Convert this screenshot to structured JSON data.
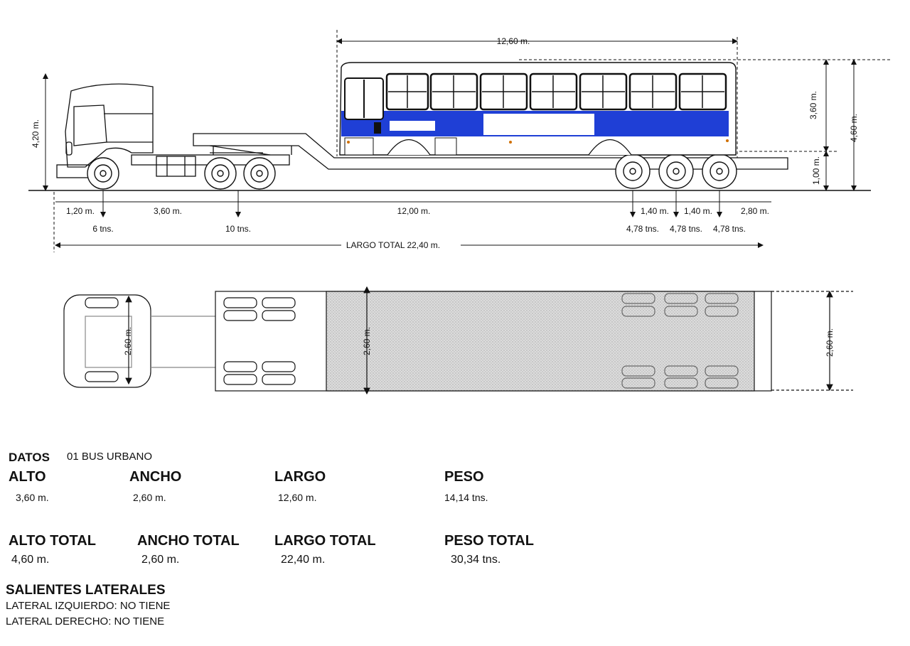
{
  "dimensions": {
    "bus_length": "12,60 m.",
    "bus_height": "3,60 m.",
    "total_height": "4,60 m.",
    "deck_height": "1,00 m.",
    "tractor_height": "4,20 m.",
    "seg_1": "1,20 m.",
    "seg_2": "3,60 m.",
    "seg_3": "12,00 m.",
    "seg_4": "1,40 m.",
    "seg_5": "1,40 m.",
    "seg_6": "2,80 m.",
    "load_front": "6 tns.",
    "load_tractor_rear": "10 tns.",
    "load_trailer_1": "4,78 tns.",
    "load_trailer_2": "4,78 tns.",
    "load_trailer_3": "4,78 tns.",
    "total_length": "LARGO TOTAL 22,40 m.",
    "width_tractor": "2,60 m.",
    "width_deck": "2,60 m.",
    "width_rear": "2,60 m."
  },
  "colors": {
    "bus_blue": "#1f3fd6",
    "line": "#111111",
    "deck_fill": "#d8d8d8"
  },
  "datos": {
    "title": "DATOS",
    "description": "01 BUS URBANO",
    "alto_label": "ALTO",
    "alto_value": "3,60 m.",
    "ancho_label": "ANCHO",
    "ancho_value": "2,60 m.",
    "largo_label": "LARGO",
    "largo_value": "12,60 m.",
    "peso_label": "PESO",
    "peso_value": "14,14 tns.",
    "alto_total_label": "ALTO TOTAL",
    "alto_total_value": "4,60 m.",
    "ancho_total_label": "ANCHO TOTAL",
    "ancho_total_value": "2,60 m.",
    "largo_total_label": "LARGO TOTAL",
    "largo_total_value": "22,40 m.",
    "peso_total_label": "PESO TOTAL",
    "peso_total_value": "30,34 tns."
  },
  "salientes": {
    "title": "SALIENTES LATERALES",
    "izquierdo": "LATERAL IZQUIERDO: NO TIENE",
    "derecho": "LATERAL DERECHO: NO TIENE"
  }
}
